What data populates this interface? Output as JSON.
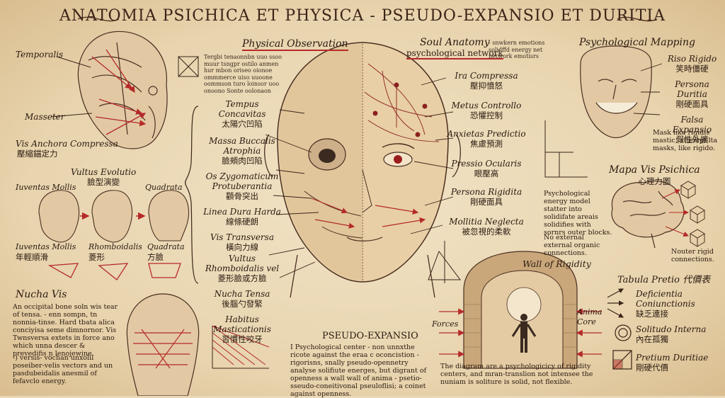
{
  "title": "ANATOMIA PSICHICA ET PHYSICA - PSEUDO-EXPANSIO ET DURITIA",
  "colors": {
    "ink": "#2a1a10",
    "accent": "#b52a2a",
    "parchment": "#ead9b8"
  },
  "left": {
    "temporalis": "Temporalis",
    "masseter": "Masseter",
    "vis_anchora": "Vis Anchora Compressa",
    "vis_anchora_zh": "壓縮錨定力",
    "vultus_title": "Vultus Evolutio",
    "vultus_zh": "臉型演變",
    "iuventas_top": "Iuventas Mollis",
    "quadrata_top": "Quadrata",
    "iuventas": "Iuventas Mollis",
    "iuventas_zh": "年輕順滑",
    "rhomboidalis": "Rhomboidalis",
    "rhomboidalis_zh": "菱形",
    "quadrata": "Quadrata",
    "quadrata_zh": "方臉",
    "nucha_title": "Nucha Vis",
    "nucha_text": "An occipital bone soln wis tear of tensa. - enn sompn, tn nonnia-tinse. Hard tbata alica conciyisa seme dimnornor. Vis Twnsversa extets in force ano which unna descer & prevedifis n lenojewine.",
    "nucha_text2": "-) versis- vochan unxolil poseiber-velis vectors and un pasdubeidalis anesmil of fefavclo energy."
  },
  "observation": {
    "title": "Physical Observation",
    "scribble": "Tergbi tenaonnbn uuo ssoo muur tsngpr ostilo anmen hur mbon oriseo oionoe ommmerce uiso uuoone oommson turo loinsor uoo onoono Sonte oolonaon"
  },
  "center_labels": [
    {
      "la": "Tempus Concavitas",
      "zh": "太陽穴凹陷"
    },
    {
      "la": "Massa Buccalis Atrophia",
      "zh": "臉頰肉凹陷"
    },
    {
      "la": "Os Zygomaticum Protuberantia",
      "zh": "顴骨突出"
    },
    {
      "la": "Linea Dura Harda",
      "zh": "線條硬朗"
    },
    {
      "la": "Vis Transversa",
      "zh": "橫向力線"
    },
    {
      "la": "Vultus Rhomboidalis vel",
      "zh": "菱形臉或方臉"
    },
    {
      "la": "Nucha Tensa",
      "zh": "後腦勺發緊"
    },
    {
      "la": "Habitus Masticationis",
      "zh": "習慣性咬牙"
    }
  ],
  "soul": {
    "title": "Soul Anatomy",
    "subtitle": "psychological network",
    "note": "- snwkern emotions solidffd energy net network emotisrs"
  },
  "right_center_labels": [
    {
      "la": "Ira Compressa",
      "zh": "壓抑憤怒"
    },
    {
      "la": "Metus Controllo",
      "zh": "恐懼控制"
    },
    {
      "la": "Anxietas Predictio",
      "zh": "焦慮預測"
    },
    {
      "la": "Pressio Ocularis",
      "zh": "眼壓高"
    },
    {
      "la": "Persona Rigidita",
      "zh": "剛硬面具"
    },
    {
      "la": "Mollitia Neglecta",
      "zh": "被忽視的柔軟"
    }
  ],
  "mapping": {
    "title": "Psychological Mapping",
    "labels": [
      {
        "la": "Riso Rigido",
        "zh": "笑時僵硬"
      },
      {
        "la": "Persona Duritia",
        "zh": "剛硬面具"
      },
      {
        "la": "Falsa Expansio",
        "zh": "假性外擴"
      }
    ],
    "mask_note": "Mask like rigidis mastic, attempt lta masks, like rigido."
  },
  "mapa": {
    "title": "Mapa Vis Psichica",
    "zh": "心理力圖",
    "text1": "Psychological energy model statter into solidifate areais solidifies with sornrs outer blocks.",
    "text2": "No external external organic connections.",
    "text3": "Nouter rigid connections."
  },
  "pseudo": {
    "title": "PSEUDO-EXPANSIO",
    "text": "I Psychological center - non unnxthe ricote against the eraa c oconcistion - rigorisns, snally pseudo-opennetry analyse solifiute energes, but digrant of openness a wall wall of anima - psetio- sseudo-coneitivonal pseuloflisi; a coinet against openness."
  },
  "wall": {
    "title": "Wall of Rigidity",
    "anima": "Anima Core",
    "forces": "Forces",
    "text": "The diagram are a psychologicicy of rigidity centers, and mran-translion not intensee the nuniam is soliture is solid, not flexible."
  },
  "tabula": {
    "title": "Tabula Pretio 代價表",
    "items": [
      {
        "la": "Deficientia Coniunctionis",
        "zh": "缺乏連接",
        "icon": "arrows-icon"
      },
      {
        "la": "Solitudo Interna",
        "zh": "內在孤獨",
        "icon": "ring-icon"
      },
      {
        "la": "Pretium Duritiae",
        "zh": "剛硬代價",
        "icon": "box-icon"
      }
    ]
  }
}
